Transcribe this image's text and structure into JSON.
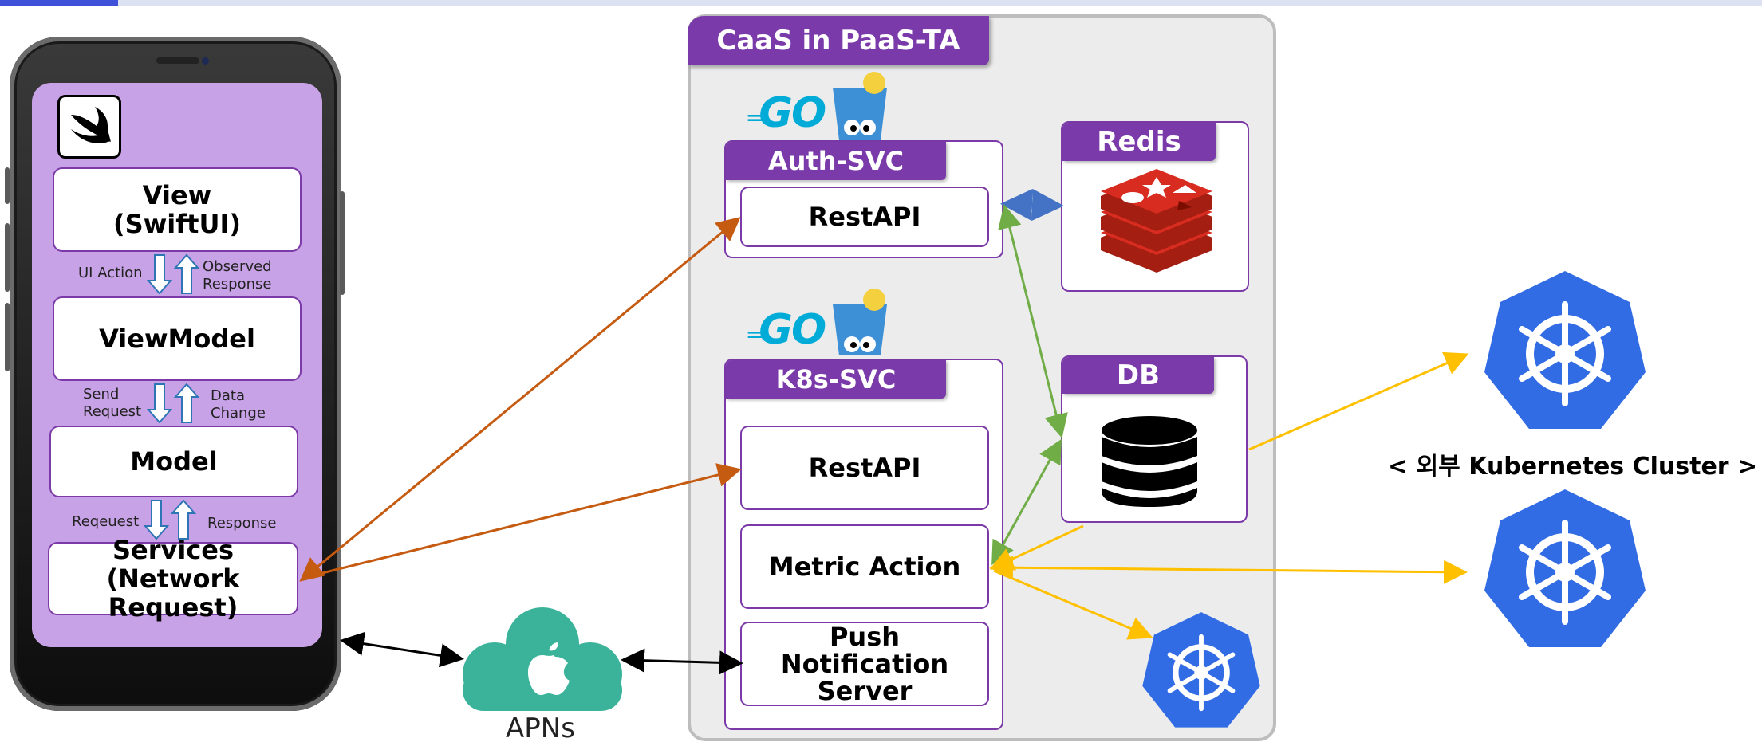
{
  "colors": {
    "purple_tag": "#7a3aaa",
    "phone_screen": "#c8a2e6",
    "k8s_blue": "#326ce5",
    "redis_red": "#d82c20",
    "apns_teal": "#3ab39a",
    "arrow_orange": "#c55a11",
    "arrow_green": "#70ad47",
    "arrow_yellow": "#ffc000",
    "arrow_blue": "#4472c4"
  },
  "app": {
    "layers": {
      "view": "View\n(SwiftUI)",
      "viewmodel": "ViewModel",
      "model": "Model",
      "services": "Services\n(Network Request)"
    },
    "flows": {
      "ui_action": "UI Action",
      "observed_response": "Observed\nResponse",
      "send_request": "Send\nRequest",
      "data_change": "Data\nChange",
      "reqeuest": "Reqeuest",
      "response": "Response"
    },
    "icons": {
      "swift": "swift-logo-icon"
    }
  },
  "apns": {
    "label": "APNs",
    "icon": "apple-cloud-icon"
  },
  "caas": {
    "title": "CaaS in PaaS-TA",
    "go_text": "GO",
    "auth_svc": {
      "title": "Auth-SVC",
      "rest_api": "RestAPI"
    },
    "k8s_svc": {
      "title": "K8s-SVC",
      "rest_api": "RestAPI",
      "metric_action": "Metric Action",
      "push_server": "Push Notification\nServer"
    },
    "redis": {
      "title": "Redis",
      "icon": "redis-logo-icon"
    },
    "db": {
      "title": "DB",
      "icon": "database-icon"
    }
  },
  "external": {
    "label": "< 외부 Kubernetes Cluster >",
    "icon": "kubernetes-helm-icon"
  }
}
